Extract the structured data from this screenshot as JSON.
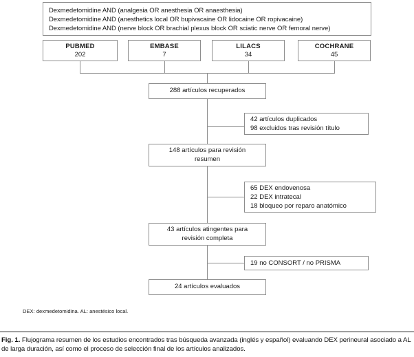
{
  "figure": {
    "query_box": {
      "lines": [
        "Dexmedetomidine AND (analgesia OR anesthesia OR anaesthesia)",
        "Dexmedetomidine AND (anesthetics local OR bupivacaine OR lidocaine OR ropivacaine)",
        "Dexmedetomidine AND (nerve block OR brachial plexus block OR sciatic nerve OR femoral nerve)"
      ]
    },
    "databases": [
      {
        "name": "PUBMED",
        "count": "202"
      },
      {
        "name": "EMBASE",
        "count": "7"
      },
      {
        "name": "LILACS",
        "count": "34"
      },
      {
        "name": "COCHRANE",
        "count": "45"
      }
    ],
    "stages": [
      {
        "lines": [
          "288 artículos recuperados"
        ]
      },
      {
        "lines": [
          "148 artículos para revisión",
          "resumen"
        ]
      },
      {
        "lines": [
          "43 artículos atingentes para",
          "revisión completa"
        ]
      },
      {
        "lines": [
          "24 artículos evaluados"
        ]
      }
    ],
    "exclusions": [
      {
        "lines": [
          "42 artículos duplicados",
          "98 excluidos tras revisión título"
        ]
      },
      {
        "lines": [
          "65 DEX endovenosa",
          "22 DEX intratecal",
          "18 bloqueo por reparo anatómico"
        ]
      },
      {
        "lines": [
          "19 no CONSORT / no PRISMA"
        ]
      }
    ],
    "footnote": "DEX: dexmedetomidina. AL: anestésico local.",
    "caption": {
      "label": "Fig. 1.",
      "text": " Flujograma resumen de los estudios encontrados tras búsqueda avanzada (inglés y español) evaluando DEX perineural asociado a AL de larga duración, así como el proceso de selección final de los artículos analizados."
    },
    "colors": {
      "box_border": "#8d8d8d",
      "connector": "#8d8d8d",
      "text": "#1a1a1a",
      "background": "#ffffff",
      "caption_rule": "#1a1a1a"
    }
  }
}
